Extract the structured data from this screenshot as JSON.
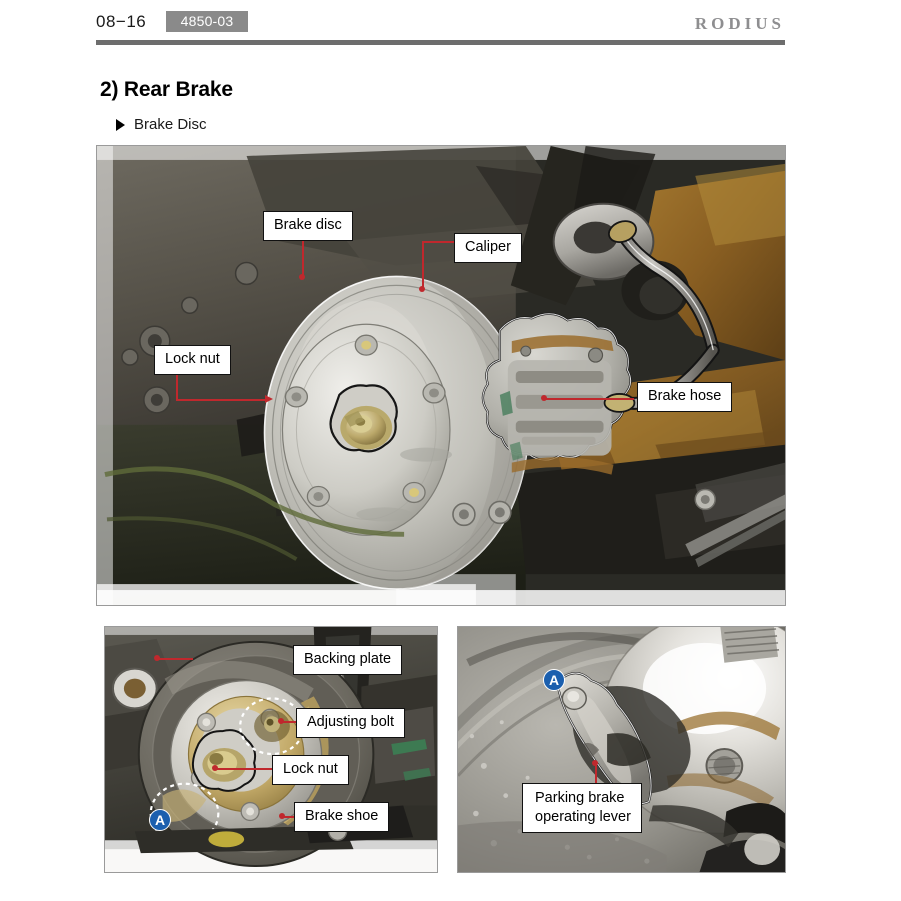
{
  "header": {
    "page_number": "08−16",
    "doc_code": "4850-03",
    "brand": "RODIUS"
  },
  "titles": {
    "section": "2) Rear Brake",
    "subsection": "Brake Disc"
  },
  "figures": {
    "main": {
      "name": "rear-brake-disc-assembly-photo",
      "callouts": [
        {
          "id": "brake-disc",
          "label": "Brake disc"
        },
        {
          "id": "caliper",
          "label": "Caliper"
        },
        {
          "id": "lock-nut",
          "label": "Lock nut"
        },
        {
          "id": "brake-hose",
          "label": "Brake hose"
        }
      ]
    },
    "bottom_left": {
      "name": "rear-brake-backing-plate-photo",
      "marker": "A",
      "callouts": [
        {
          "id": "backing-plate",
          "label": "Backing plate"
        },
        {
          "id": "adjusting-bolt",
          "label": "Adjusting bolt"
        },
        {
          "id": "lock-nut",
          "label": "Lock nut"
        },
        {
          "id": "brake-shoe",
          "label": "Brake shoe"
        }
      ]
    },
    "bottom_right": {
      "name": "parking-brake-lever-detail-photo",
      "marker": "A",
      "callouts": [
        {
          "id": "parking-brake-lever",
          "label": "Parking brake\noperating lever"
        }
      ]
    }
  },
  "colors": {
    "leader_red": "#c0282d",
    "marker_blue": "#1b5fae",
    "badge_gray": "#8a8a8a",
    "rule_gray": "#6d6d6d",
    "brand_gray": "#8e8e90"
  }
}
